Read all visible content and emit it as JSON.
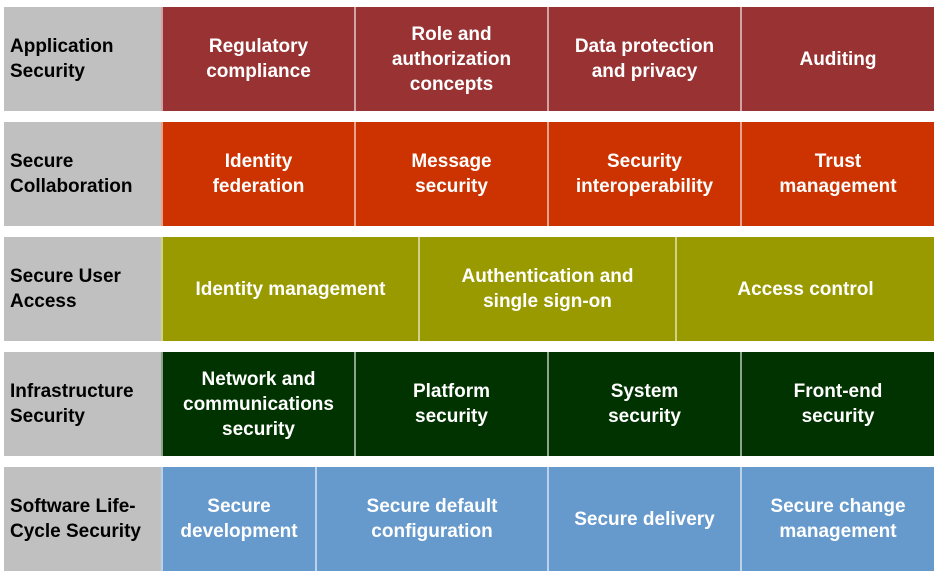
{
  "layers": [
    {
      "label": "Application\nSecurity",
      "color": "#993333",
      "items": [
        "Regulatory\ncompliance",
        "Role and\nauthorization\nconcepts",
        "Data protection\nand privacy",
        "Auditing"
      ]
    },
    {
      "label": "Secure\nCollaboration",
      "color": "#cc3300",
      "items": [
        "Identity\nfederation",
        "Message\nsecurity",
        "Security\ninteroperability",
        "Trust\nmanagement"
      ]
    },
    {
      "label": "Secure User\nAccess",
      "color": "#999900",
      "items": [
        "Identity management",
        "Authentication and\nsingle sign-on",
        "Access control"
      ]
    },
    {
      "label": "Infrastructure\nSecurity",
      "color": "#003300",
      "items": [
        "Network and\ncommunications\nsecurity",
        "Platform\nsecurity",
        "System\nsecurity",
        "Front-end\nsecurity"
      ]
    },
    {
      "label": "Software Life-\nCycle Security",
      "color": "#6699cc",
      "items": [
        "Secure\ndevelopment",
        "Secure default\nconfiguration",
        "Secure delivery",
        "Secure change\nmanagement"
      ]
    }
  ]
}
